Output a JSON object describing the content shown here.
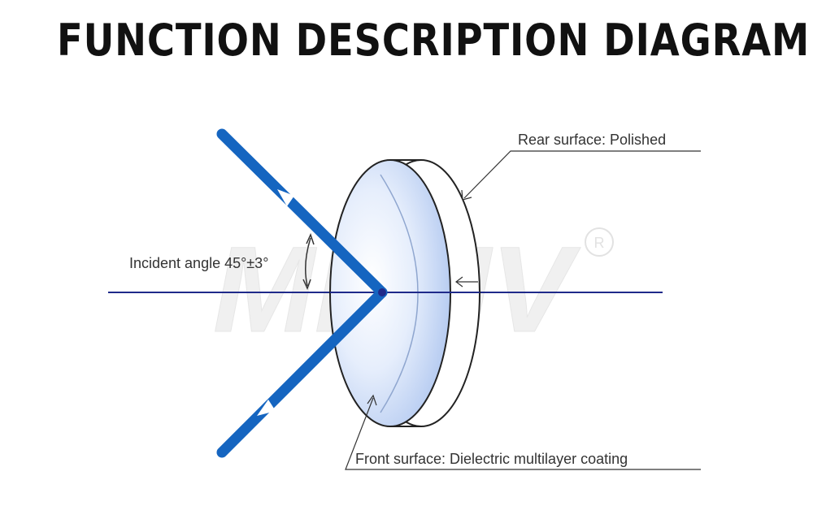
{
  "title": "FUNCTION DESCRIPTION DIAGRAM",
  "labels": {
    "rear_surface": "Rear surface: Polished",
    "incident_angle": "Incident angle 45°±3°",
    "front_surface": "Front surface: Dielectric multilayer coating"
  },
  "watermark": {
    "text": "MHNV",
    "registered_mark": "®"
  },
  "colors": {
    "beam": "#1565c0",
    "axis": "#1f2a8a",
    "lens_face": "#c9d8f5",
    "lens_outline": "#222222",
    "title": "#111111"
  }
}
